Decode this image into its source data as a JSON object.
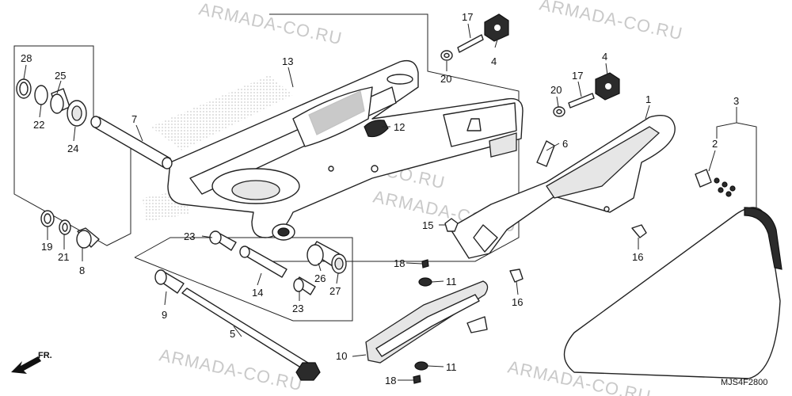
{
  "watermarks": [
    "ARMADA-CO.RU",
    "ARMADA-CO.RU",
    "ARMADA-CO.RU",
    "ARMADA-CO.RU",
    "ARMADA-CO.RU",
    "ARMADA-CO.RU"
  ],
  "diagram_code": "MJS4F2800",
  "direction_label": "FR.",
  "callouts": {
    "c1": "1",
    "c2": "2",
    "c3": "3",
    "c4a": "4",
    "c4b": "4",
    "c5": "5",
    "c6": "6",
    "c7": "7",
    "c8": "8",
    "c9": "9",
    "c10": "10",
    "c11a": "11",
    "c11b": "11",
    "c12": "12",
    "c13": "13",
    "c14": "14",
    "c15": "15",
    "c16a": "16",
    "c16b": "16",
    "c17a": "17",
    "c17b": "17",
    "c18a": "18",
    "c18b": "18",
    "c19": "19",
    "c20a": "20",
    "c20b": "20",
    "c21": "21",
    "c22": "22",
    "c23a": "23",
    "c23b": "23",
    "c24": "24",
    "c25": "25",
    "c26": "26",
    "c27": "27",
    "c28": "28"
  }
}
